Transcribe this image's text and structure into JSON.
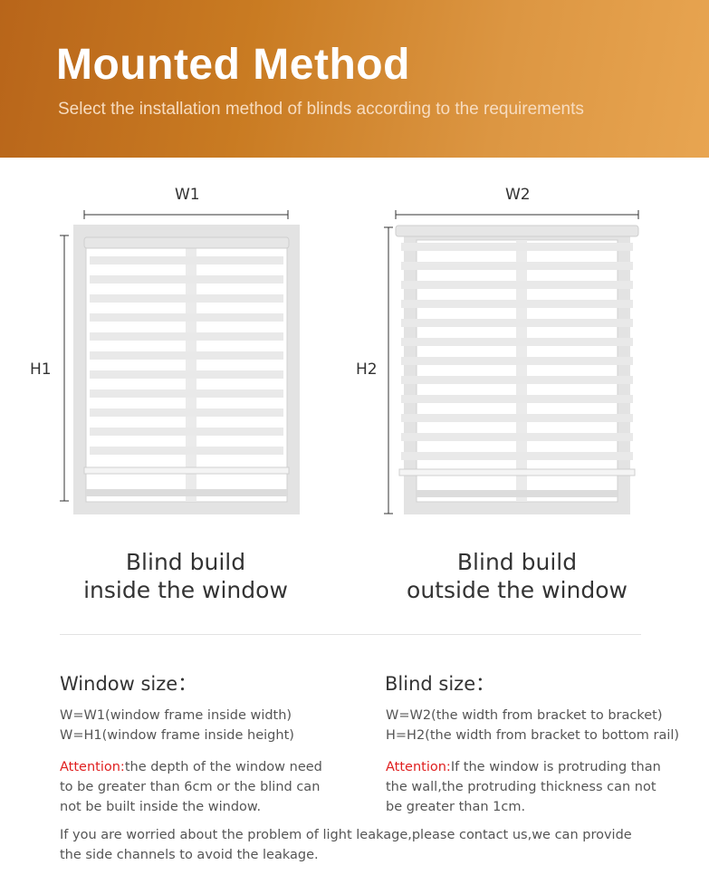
{
  "header": {
    "title": "Mounted Method",
    "subtitle": "Select the installation method of blinds according to the requirements"
  },
  "inside": {
    "width_label": "W1",
    "height_label": "H1",
    "caption_line1": "Blind build",
    "caption_line2": "inside the window"
  },
  "outside": {
    "width_label": "W2",
    "height_label": "H2",
    "caption_line1": "Blind build",
    "caption_line2": "outside the window"
  },
  "window_size": {
    "title": "Window size：",
    "line1": "W=W1(window frame inside width)",
    "line2": "W=H1(window frame inside height)",
    "attention_label": "Attention:",
    "attention_text1": "the depth of the window need",
    "attention_text2": "to be greater than 6cm or the blind can",
    "attention_text3": "not be built inside the window."
  },
  "blind_size": {
    "title": "Blind size：",
    "line1": "W=W2(the width from bracket to bracket)",
    "line2": "H=H2(the width from bracket to bottom rail)",
    "attention_label": "Attention:",
    "attention_text1": "If the window is protruding than",
    "attention_text2": "the wall,the protruding thickness can not",
    "attention_text3": "be greater than 1cm."
  },
  "footer": {
    "line1": "If you are worried about the problem of light leakage,please contact us,we can provide",
    "line2": "the side channels to avoid the leakage."
  }
}
